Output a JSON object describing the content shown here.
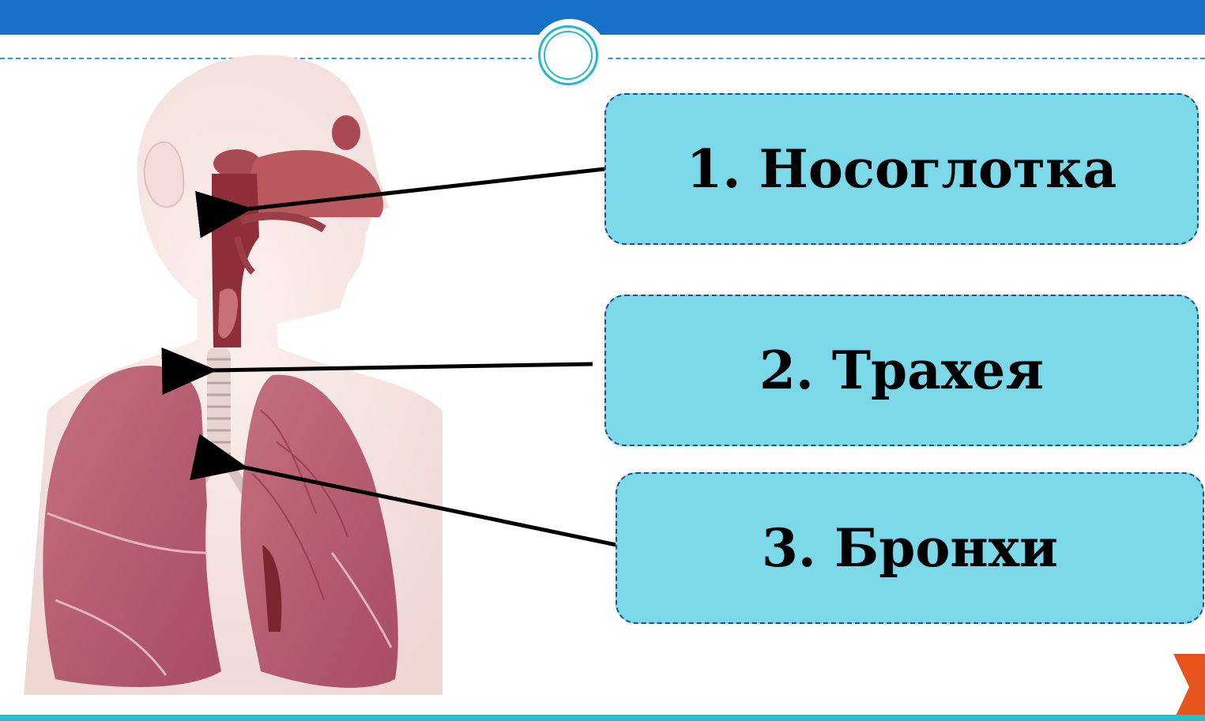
{
  "colors": {
    "header_bar": "#1570c8",
    "accent_line": "#2a9fd6",
    "footer_bar": "#1ec3d3",
    "label_fill": "#7ad8e8",
    "label_border": "#1e4e8c",
    "next_arrow": "#e8551c"
  },
  "labels": [
    {
      "text": "1. Носоглотка",
      "target": "nasopharynx"
    },
    {
      "text": "2. Трахея",
      "target": "trachea"
    },
    {
      "text": "3. Бронхи",
      "target": "bronchi"
    }
  ],
  "icons": {
    "badge": "double-ring-icon",
    "next": "next-arrow-icon"
  }
}
